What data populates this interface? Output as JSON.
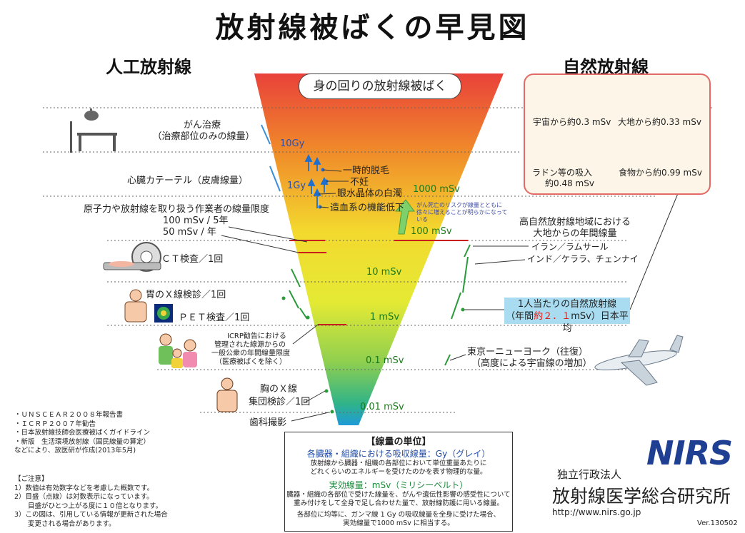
{
  "title": "放射線被ばくの早見図",
  "headings": {
    "artificial": "人工放射線",
    "natural": "自然放射線"
  },
  "funnel_title": "身の回りの放射線被ばく",
  "scale": {
    "gy10": "10Gy",
    "gy1": "1Gy",
    "msv1000": "1000 mSv",
    "msv100": "100 mSv",
    "msv10": "10 mSv",
    "msv1": "1 mSv",
    "msv01": "0.1 mSv",
    "msv001": "0.01 mSv"
  },
  "effects": {
    "hair": "一時的脱毛",
    "sterility": "不妊",
    "cataract": "眼水晶体の白濁",
    "hematopoietic": "造血系の機能低下",
    "cancer_risk": "がん死亡のリスクが線量とともに徐々に増えることが明らかになっている"
  },
  "artificial": {
    "cancer_therapy": "がん治療",
    "cancer_therapy_note": "（治療部位のみの線量）",
    "cardiac": "心臓カテーテル（皮膚線量）",
    "workers": "原子力や放射線を取り扱う作業者の線量限度",
    "workers_5y": "100 mSv / 5年",
    "workers_1y": "50 mSv / 年",
    "ct": "ＣＴ検査／1回",
    "stomach": "胃のＸ線検診／1回",
    "pet": "ＰＥＴ検査／1回",
    "icrp_1": "ICRP勧告における",
    "icrp_2": "管理された線源からの",
    "icrp_3": "一般公衆の年間線量限度",
    "icrp_4": "（医療被ばくを除く）",
    "chest_1": "胸のＸ線",
    "chest_2": "集団検診／1回",
    "dental": "歯科撮影"
  },
  "natural": {
    "space": "宇宙から約0.3 mSv",
    "ground": "大地から約0.33 mSv",
    "radon_1": "ラドン等の吸入",
    "radon_2": "約0.48 mSv",
    "food": "食物から約0.99 mSv",
    "high_area_1": "高自然放射線地域における",
    "high_area_2": "大地からの年間線量",
    "iran": "イラン／ラムサール",
    "india": "インド／ケララ、チェンナイ",
    "avg_1": "1人当たりの自然放射線",
    "avg_2a": "（年間",
    "avg_2b": "約２．１",
    "avg_2c": "mSv）日本平均",
    "flight_1": "東京ーニューヨーク（往復）",
    "flight_2": "（高度による宇宙線の増加）"
  },
  "units": {
    "heading": "【線量の単位】",
    "absorbed": "各臓器・組織における吸収線量：Gy（グレイ）",
    "absorbed_desc_1": "放射線から臓器・組織の各部位において単位重量あたりに",
    "absorbed_desc_2": "どれくらいのエネルギーを受けたのかを表す物理的な量。",
    "effective": "実効線量：mSv（ミリシーベルト）",
    "effective_desc_1": "臓器・組織の各部位で受けた線量を、がんや遺伝性影響の感受性について",
    "effective_desc_2": "重み付けをして全身で足し合わせた量で、放射線防護に用いる線量。",
    "conversion_1": "各部位に均等に、ガンマ線 1 Gy の吸収線量を全身に受けた場合、",
    "conversion_2": "実効線量で1000 mSv に相当する。"
  },
  "references": [
    "・ＵＮＳＣＥＡＲ２００８年報告書",
    "・ＩＣＲＰ２００７年勧告",
    "・日本放射線技師会医療被ばくガイドライン",
    "・新版　生活環境放射線（国民線量の算定）",
    "などにより、放医研が作成(2013年5月)"
  ],
  "notes": [
    "【ご注意】",
    "1）数値は有効数字などを考慮した概数です。",
    "2）目盛（点線）は対数表示になっています。",
    "　　目盛がひとつ上がる度に１０倍となります。",
    "3）この図は、引用している情報が更新された場合",
    "　　変更される場合があります。"
  ],
  "org": {
    "logo": "NIRS",
    "line1": "独立行政法人",
    "line2": "放射線医学総合研究所",
    "url": "http://www.nirs.go.jp",
    "version": "Ver.130502"
  },
  "colors": {
    "top": "#e9413a",
    "mid": "#f3e92e",
    "bottom": "#1f9ad8",
    "accent_red": "#d8221c",
    "nirs_blue": "#1f3f93"
  }
}
